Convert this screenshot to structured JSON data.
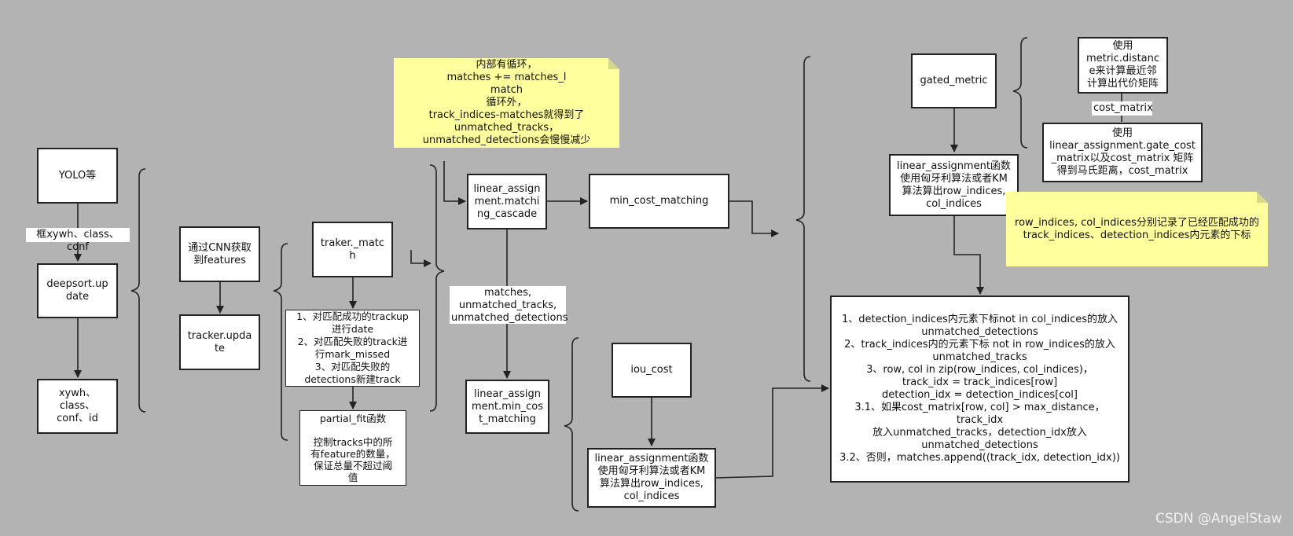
{
  "nodes": {
    "yolo": "YOLO等",
    "deepsort_update": "deepsort.up\ndate",
    "xywh_out": "xywh、\nclass、\nconf、id",
    "cnn_features": "通过CNN获取\n到features",
    "tracker_update": "tracker.upda\nte",
    "tracker_match": "traker._matc\nh",
    "update_steps": "1、对匹配成功的trackup\n进行date\n2、对匹配失败的track进\n行mark_missed\n3、对匹配失败的\ndetections新建track",
    "partial_fit": "partial_fit函数\n\n控制tracks中的所\n有feature的数量，\n保证总量不超过阈\n值",
    "matching_cascade": "linear_assign\nment.matchi\nng_cascade",
    "min_cost_matching": "min_cost_matching",
    "min_cost_matching_iou": "linear_assign\nment.min_cos\nt_matching",
    "iou_cost": "iou_cost",
    "lap_iou": "linear_assignment函数\n使用匈牙利算法或者KM\n算法算出row_indices,\ncol_indices",
    "gated_metric": "gated_metric",
    "lap_gated": "linear_assignment函数\n使用匈牙利算法或者KM\n算法算出row_indices,\ncol_indices",
    "metric_distance": "使用\nmetric.distanc\ne来计算最近邻\n计算出代价矩阵",
    "gate_cost": "使用\nlinear_assignment.gate_cost\n_matrix以及cost_matrix 矩阵\n得到马氏距离，cost_matrix",
    "final_logic": "1、detection_indices内元素下标not in col_indices的放入\nunmatched_detections\n2、track_indices内的元素下标 not in row_indices的放入\nunmatched_tracks\n3、row, col in zip(row_indices, col_indices)，\ntrack_idx = track_indices[row]\ndetection_idx = detection_indices[col]\n3.1、如果cost_matrix[row, col] > max_distance，track_idx\n放入unmatched_tracks，detection_idx放入\nunmatched_detections\n3.2、否则，matches.append((track_idx, detection_idx))"
  },
  "edge_labels": {
    "yolo_to_deepsort": "框xywh、class、conf",
    "cascade_outputs": "matches,\nunmatched_tracks,\nunmatched_detections",
    "cost_matrix": "cost_matrix"
  },
  "notes": {
    "cascade_loop": "内部有循环，\nmatches += matches_l\nmatch\n循环外，\ntrack_indices-matches就得到了\nunmatched_tracks，\nunmatched_detections会慢慢减少",
    "indices_meaning": "row_indices, col_indices分别记录了已经匹配成功的\ntrack_indices、detection_indices内元素的下标"
  },
  "watermark": "CSDN @AngelStaw",
  "colors": {
    "background": "#b3b3b3",
    "note": "#ffff9e",
    "box_fill": "#ffffff",
    "stroke": "#222222"
  }
}
